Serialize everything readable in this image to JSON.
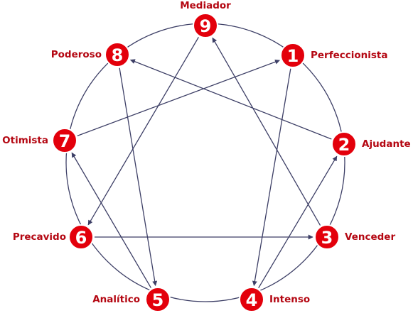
{
  "colors": {
    "circle_stroke": "#3d3f66",
    "line_stroke": "#3d3f66",
    "node_fill": "#e3000b",
    "node_text": "#ffffff",
    "label_text": "#b40712"
  },
  "nodes": [
    {
      "id": "1",
      "label": "Perfeccionista"
    },
    {
      "id": "2",
      "label": "Ajudante"
    },
    {
      "id": "3",
      "label": "Venceder"
    },
    {
      "id": "4",
      "label": "Intenso"
    },
    {
      "id": "5",
      "label": "Analítico"
    },
    {
      "id": "6",
      "label": "Precavido"
    },
    {
      "id": "7",
      "label": "Otimista"
    },
    {
      "id": "8",
      "label": "Poderoso"
    },
    {
      "id": "9",
      "label": "Mediador"
    }
  ],
  "arrows": [
    {
      "from": "1",
      "to": "4"
    },
    {
      "from": "4",
      "to": "2"
    },
    {
      "from": "2",
      "to": "8"
    },
    {
      "from": "8",
      "to": "5"
    },
    {
      "from": "5",
      "to": "7"
    },
    {
      "from": "7",
      "to": "1"
    },
    {
      "from": "3",
      "to": "9"
    },
    {
      "from": "9",
      "to": "6"
    },
    {
      "from": "6",
      "to": "3"
    }
  ]
}
